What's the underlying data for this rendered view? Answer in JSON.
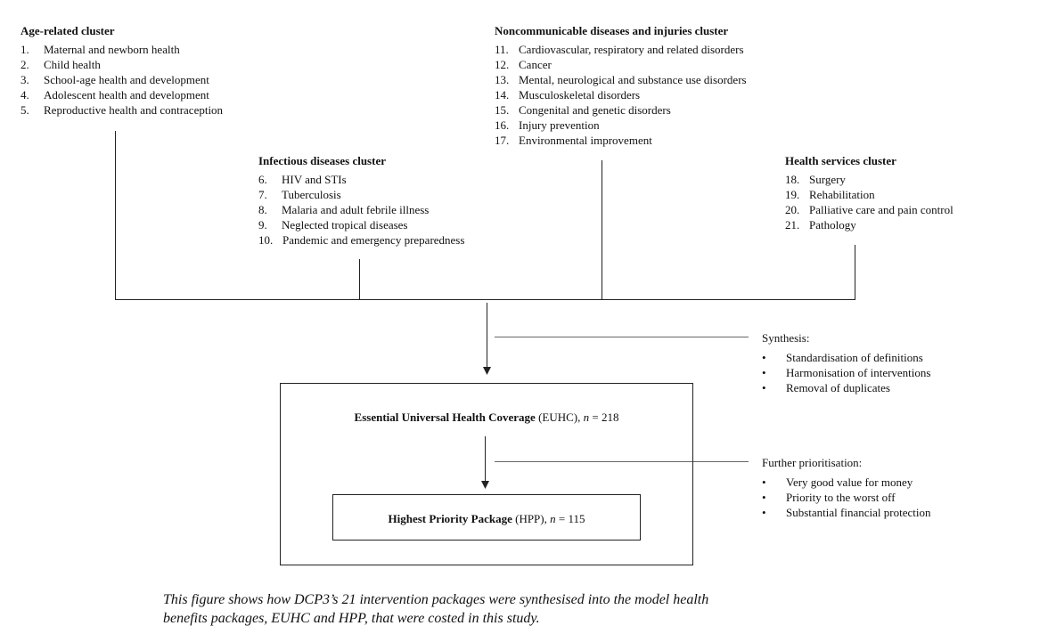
{
  "clusters": {
    "age": {
      "title": "Age-related cluster",
      "items": [
        {
          "num": "1.",
          "label": "Maternal and newborn health"
        },
        {
          "num": "2.",
          "label": "Child health"
        },
        {
          "num": "3.",
          "label": "School-age health and development"
        },
        {
          "num": "4.",
          "label": "Adolescent health and development"
        },
        {
          "num": "5.",
          "label": "Reproductive health and contraception"
        }
      ]
    },
    "infectious": {
      "title": "Infectious diseases cluster",
      "items": [
        {
          "num": "6.",
          "label": "HIV and STIs"
        },
        {
          "num": "7.",
          "label": "Tuberculosis"
        },
        {
          "num": "8.",
          "label": "Malaria and adult febrile illness"
        },
        {
          "num": "9.",
          "label": "Neglected tropical diseases"
        },
        {
          "num": "10.",
          "label": "Pandemic and emergency preparedness"
        }
      ]
    },
    "ncd": {
      "title": "Noncommunicable diseases and injuries cluster",
      "items": [
        {
          "num": "11.",
          "label": "Cardiovascular, respiratory and related disorders"
        },
        {
          "num": "12.",
          "label": "Cancer"
        },
        {
          "num": "13.",
          "label": "Mental, neurological and substance use disorders"
        },
        {
          "num": "14.",
          "label": "Musculoskeletal disorders"
        },
        {
          "num": "15.",
          "label": "Congenital and genetic disorders"
        },
        {
          "num": "16.",
          "label": "Injury prevention"
        },
        {
          "num": "17.",
          "label": "Environmental improvement"
        }
      ]
    },
    "health_services": {
      "title": "Health services cluster",
      "items": [
        {
          "num": "18.",
          "label": "Surgery"
        },
        {
          "num": "19.",
          "label": "Rehabilitation"
        },
        {
          "num": "20.",
          "label": "Palliative care and pain control"
        },
        {
          "num": "21.",
          "label": "Pathology"
        }
      ]
    }
  },
  "synthesis": {
    "title": "Synthesis:",
    "bullet_symbol": "•",
    "items": [
      "Standardisation of definitions",
      "Harmonisation of interventions",
      "Removal of duplicates"
    ]
  },
  "prioritisation": {
    "title": "Further prioritisation:",
    "bullet_symbol": "•",
    "items": [
      "Very good value for money",
      "Priority to the worst off",
      "Substantial financial protection"
    ]
  },
  "euhc": {
    "bold_label": "Essential Universal Health Coverage",
    "rest": " (EUHC), ",
    "n_var": "n",
    "n_value": " = 218"
  },
  "hpp": {
    "bold_label": "Highest Priority Package",
    "rest": " (HPP), ",
    "n_var": "n",
    "n_value": " = 115"
  },
  "caption": {
    "line1": "This figure shows how DCP3’s 21 intervention packages were synthesised into the model health",
    "line2": "benefits packages, EUHC and HPP, that were costed in this study."
  }
}
